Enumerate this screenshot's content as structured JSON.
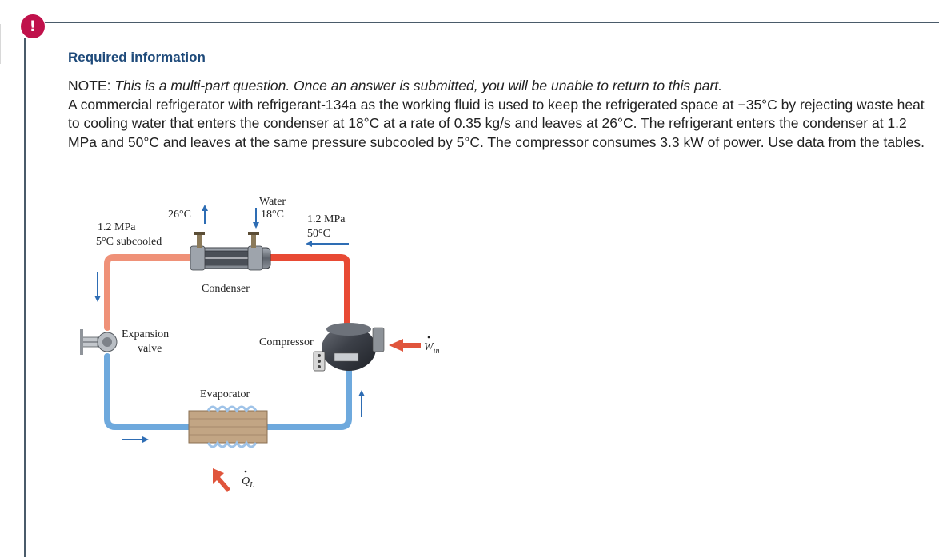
{
  "alert": {
    "icon": "exclamation-icon",
    "symbol": "!",
    "color": "#c0114b"
  },
  "section": {
    "heading": "Required information"
  },
  "note": {
    "label": "NOTE:",
    "text": "This is a multi-part question. Once an answer is submitted, you will be unable to return to this part."
  },
  "problem": {
    "text": "A commercial refrigerator with refrigerant-134a as the working fluid is used to keep the refrigerated space at −35°C by rejecting waste heat to cooling water that enters the condenser at 18°C at a rate of 0.35 kg/s and leaves at 26°C. The refrigerant enters the condenser at 1.2 MPa and 50°C and leaves at the same pressure subcooled by 5°C. The compressor consumes 3.3 kW of power. Use data from the tables."
  },
  "figure": {
    "water_label": "Water",
    "water_in_temp": "18°C",
    "water_out_temp": "26°C",
    "inlet_pressure": "1.2 MPa",
    "inlet_temp": "50°C",
    "outlet_pressure": "1.2 MPa",
    "outlet_state": "5°C subcooled",
    "condenser_label": "Condenser",
    "expansion_label_1": "Expansion",
    "expansion_label_2": "valve",
    "compressor_label": "Compressor",
    "evaporator_label": "Evaporator",
    "work_label": "W",
    "work_sub": "in",
    "heat_label": "Q",
    "heat_sub": "L",
    "colors": {
      "hot_pipe": "#e84a34",
      "warm_pipe": "#ef9178",
      "cold_pipe": "#6ea9dd",
      "arrow_blue": "#2e6db4",
      "arrow_red": "#e0553c"
    }
  }
}
